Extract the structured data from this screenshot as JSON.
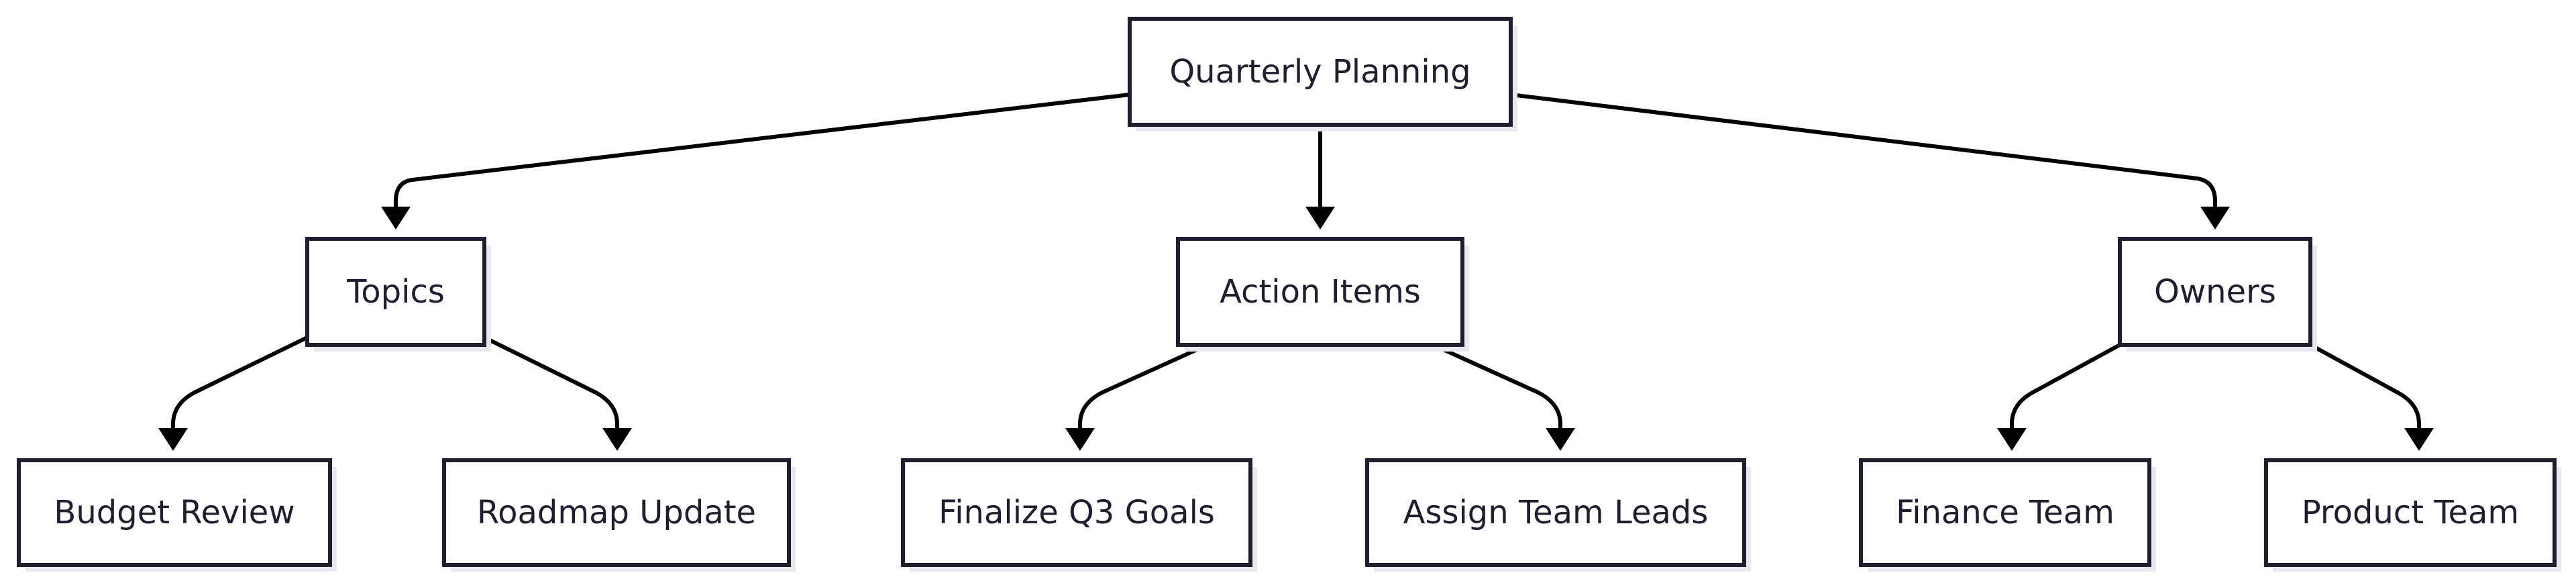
{
  "diagram": {
    "nodes": {
      "root": {
        "label": "Quarterly Planning"
      },
      "topics": {
        "label": "Topics"
      },
      "action_items": {
        "label": "Action Items"
      },
      "owners": {
        "label": "Owners"
      },
      "budget_review": {
        "label": "Budget Review"
      },
      "roadmap_update": {
        "label": "Roadmap Update"
      },
      "finalize_q3_goals": {
        "label": "Finalize Q3 Goals"
      },
      "assign_team_leads": {
        "label": "Assign Team Leads"
      },
      "finance_team": {
        "label": "Finance Team"
      },
      "product_team": {
        "label": "Product Team"
      }
    },
    "edges": [
      {
        "from": "root",
        "to": "topics"
      },
      {
        "from": "root",
        "to": "action_items"
      },
      {
        "from": "root",
        "to": "owners"
      },
      {
        "from": "topics",
        "to": "budget_review"
      },
      {
        "from": "topics",
        "to": "roadmap_update"
      },
      {
        "from": "action_items",
        "to": "finalize_q3_goals"
      },
      {
        "from": "action_items",
        "to": "assign_team_leads"
      },
      {
        "from": "owners",
        "to": "finance_team"
      },
      {
        "from": "owners",
        "to": "product_team"
      }
    ]
  }
}
